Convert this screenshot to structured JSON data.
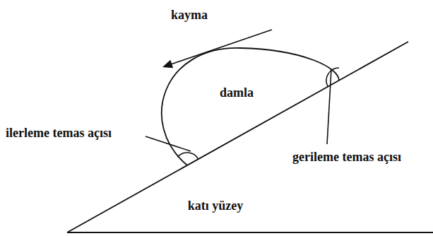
{
  "diagram": {
    "nodes": [
      {
        "text": [
          "damla"
        ]
      },
      {
        "text": [
          "katı yüzey"
        ]
      }
    ],
    "labels": [
      "kayma",
      "ilerleme temas açısı",
      "gerileme temas açısı"
    ]
  }
}
